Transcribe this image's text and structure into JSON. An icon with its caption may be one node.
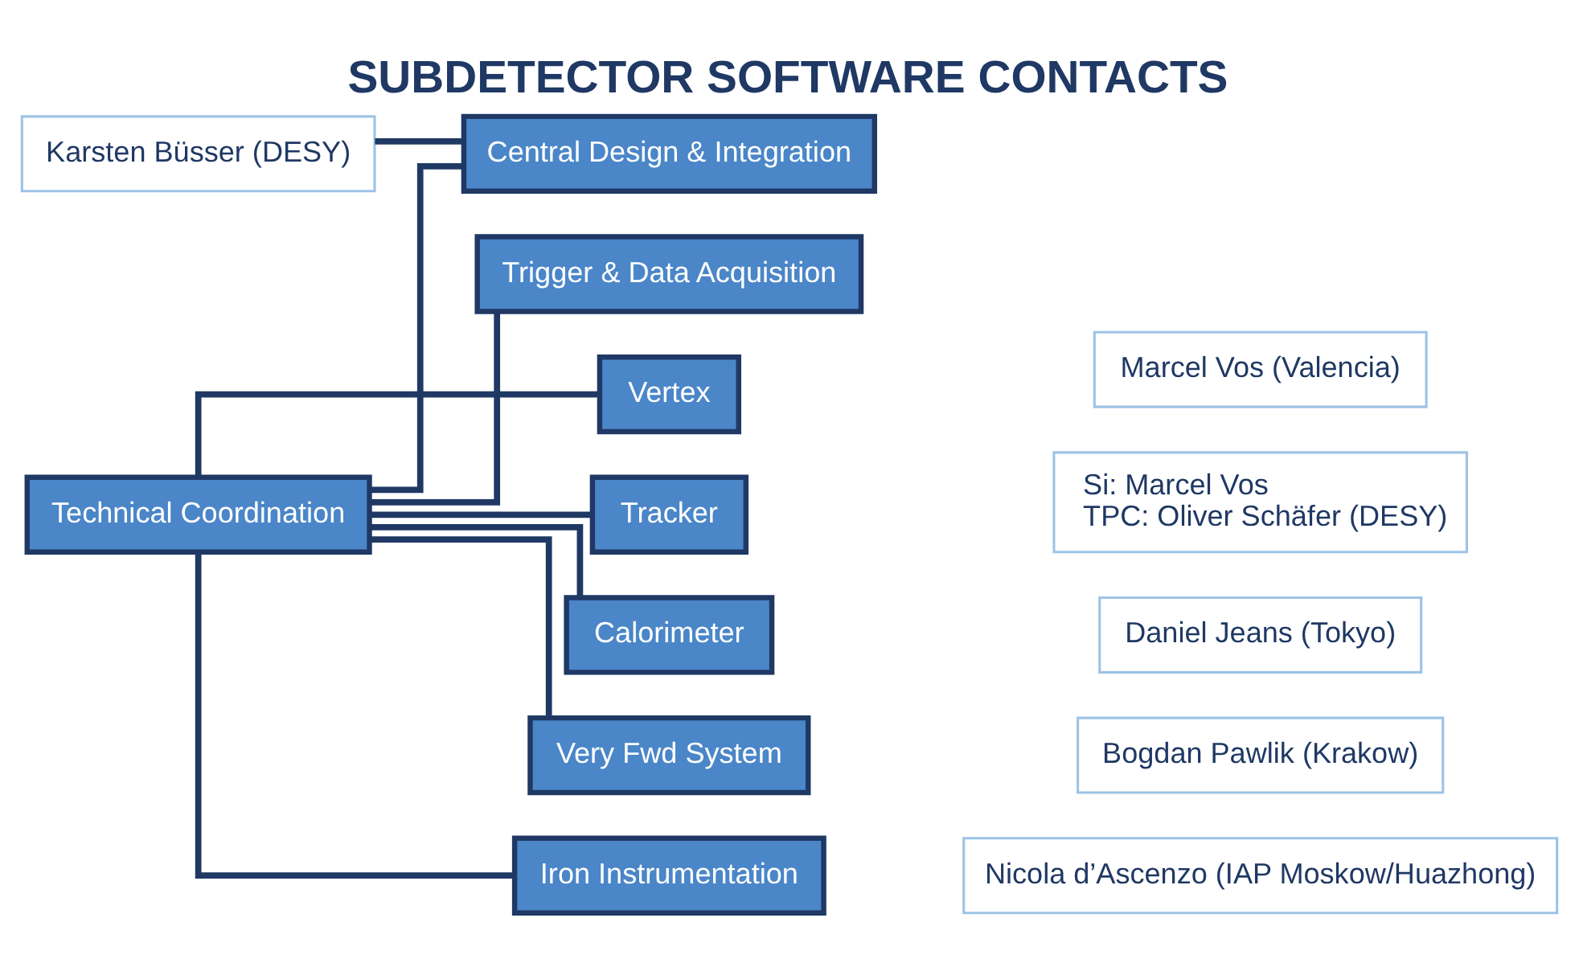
{
  "diagram": {
    "title": "SUBDETECTOR SOFTWARE CONTACTS",
    "nodes": [
      {
        "text": [
          "Technical Coordination"
        ]
      },
      {
        "text": [
          "Karsten Büsser (DESY)"
        ]
      },
      {
        "text": [
          "Central Design & Integration"
        ]
      },
      {
        "text": [
          "Trigger & Data Acquisition"
        ]
      },
      {
        "text": [
          "Vertex"
        ]
      },
      {
        "text": [
          "Marcel Vos (Valencia)"
        ]
      },
      {
        "text": [
          "Tracker"
        ]
      },
      {
        "text": [
          "Si: Marcel Vos",
          "TPC: Oliver Schäfer (DESY)"
        ]
      },
      {
        "text": [
          "Calorimeter"
        ]
      },
      {
        "text": [
          "Daniel Jeans (Tokyo)"
        ]
      },
      {
        "text": [
          "Very Fwd System"
        ]
      },
      {
        "text": [
          "Bogdan Pawlik (Krakow)"
        ]
      },
      {
        "text": [
          "Iron Instrumentation"
        ]
      },
      {
        "text": [
          "Nicola d’Ascenzo (IAP Moskow/Huazhong)"
        ]
      }
    ],
    "edges": [
      {
        "from": 0,
        "to": 2,
        "arrow": "none"
      },
      {
        "from": 0,
        "to": 3,
        "arrow": "none"
      },
      {
        "from": 0,
        "to": 4,
        "arrow": "none"
      },
      {
        "from": 0,
        "to": 6,
        "arrow": "none"
      },
      {
        "from": 0,
        "to": 8,
        "arrow": "none"
      },
      {
        "from": 0,
        "to": 10,
        "arrow": "none"
      },
      {
        "from": 0,
        "to": 12,
        "arrow": "none"
      },
      {
        "from": 1,
        "to": 2,
        "arrow": "none"
      }
    ]
  }
}
